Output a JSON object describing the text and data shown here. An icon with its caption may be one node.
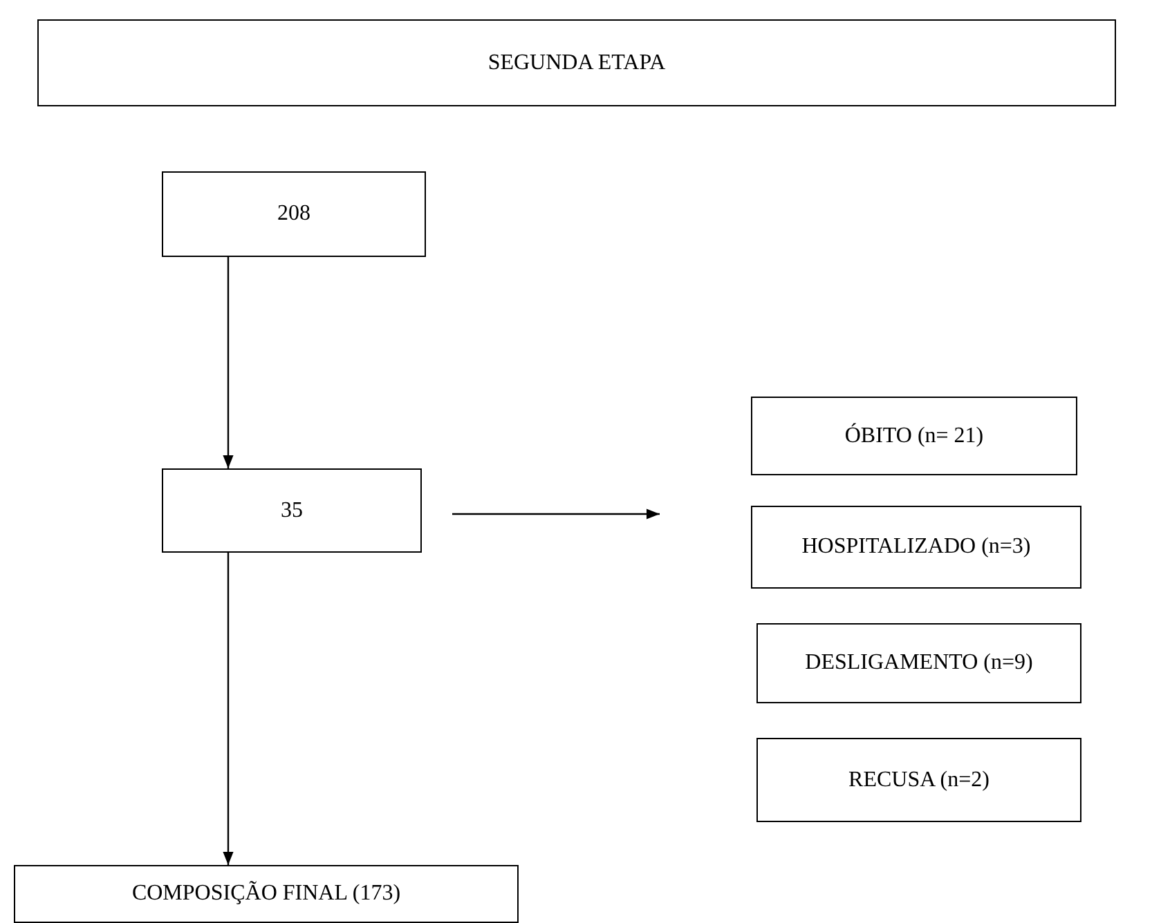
{
  "diagram": {
    "nodes": [
      {
        "text": [
          "SEGUNDA ETAPA"
        ]
      },
      {
        "text": [
          "208"
        ]
      },
      {
        "text": [
          "35"
        ]
      },
      {
        "text": [
          "ÓBITO (n= 21)"
        ]
      },
      {
        "text": [
          "HOSPITALIZADO (n=3)"
        ]
      },
      {
        "text": [
          "DESLIGAMENTO (n=9)"
        ]
      },
      {
        "text": [
          "RECUSA (n=2)"
        ]
      },
      {
        "text": [
          "COMPOSIÇÃO FINAL (173)"
        ]
      }
    ],
    "edges": [
      {
        "from": 1,
        "to": 2,
        "arrow": "to"
      },
      {
        "from": 2,
        "to": null,
        "arrow": "to"
      },
      {
        "from": 2,
        "to": 7,
        "arrow": "to"
      }
    ]
  }
}
